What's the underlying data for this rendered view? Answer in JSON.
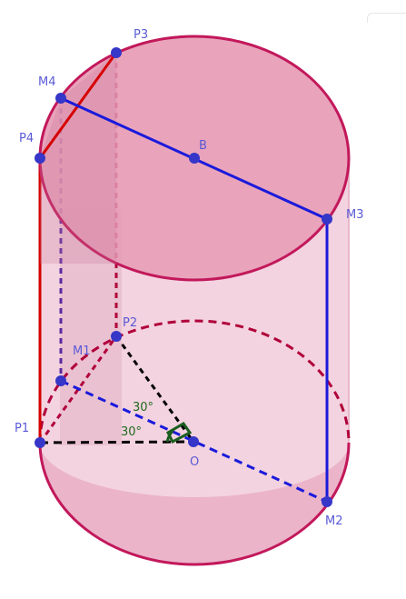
{
  "points": {
    "P1": "P1",
    "P2": "P2",
    "P3": "P3",
    "P4": "P4",
    "M1": "M1",
    "M2": "M2",
    "M3": "M3",
    "M4": "M4",
    "B": "B",
    "O": "O"
  },
  "angles": {
    "upper": "30°",
    "lower": "30°"
  },
  "colors": {
    "cylinder_fill": "#e8a7bf",
    "top_fill": "#e69ab5",
    "rim": "#c2185b",
    "blue_segment": "#1a1adb",
    "red_segment": "#d50000",
    "dashed_red": "#b0003a",
    "dashed_purple": "#5a2aa0",
    "dashed_black": "#000000",
    "angle_arc": "#1b5e20",
    "point": "#3636c8",
    "label": "#5a5ad6",
    "angle_label": "#1f6b1f"
  }
}
